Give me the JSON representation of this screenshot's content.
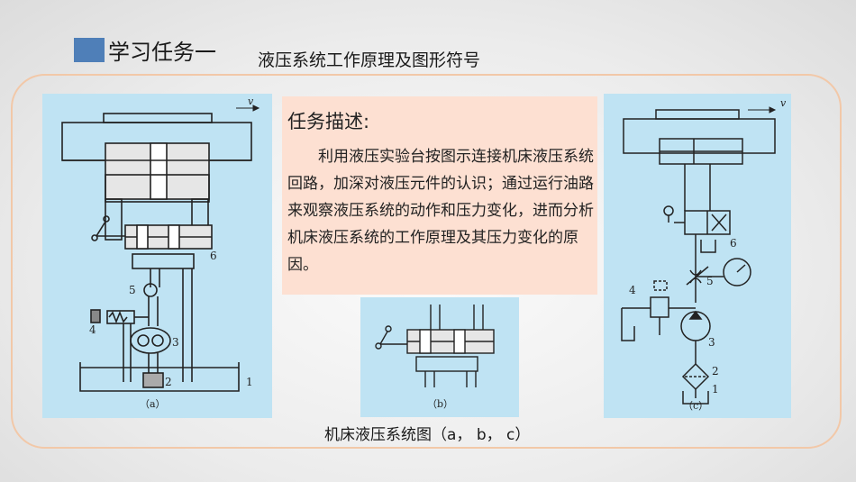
{
  "header": {
    "title": "学习任务一",
    "subtitle": "液压系统工作原理及图形符号"
  },
  "task": {
    "heading": "任务描述:",
    "body": "利用液压实验台按图示连接机床液压系统回路，加深对液压元件的认识；通过运行油路来观察液压系统的动作和压力变化，进而分析机床液压系统的工作原理及其压力变化的原因。"
  },
  "figures": {
    "a": {
      "label": "（a）",
      "velocity": "v",
      "parts": [
        "1",
        "2",
        "3",
        "4",
        "5",
        "6"
      ]
    },
    "b": {
      "label": "（b）"
    },
    "c": {
      "label": "（c）",
      "velocity": "v",
      "parts": [
        "1",
        "2",
        "3",
        "4",
        "5",
        "6"
      ]
    }
  },
  "caption": "机床液压系统图（a， b， c）",
  "colors": {
    "accent": "#4f7fb8",
    "diagram_bg": "#bfe3f3",
    "task_bg": "#fde0d2",
    "frame": "#f2c8a8"
  }
}
